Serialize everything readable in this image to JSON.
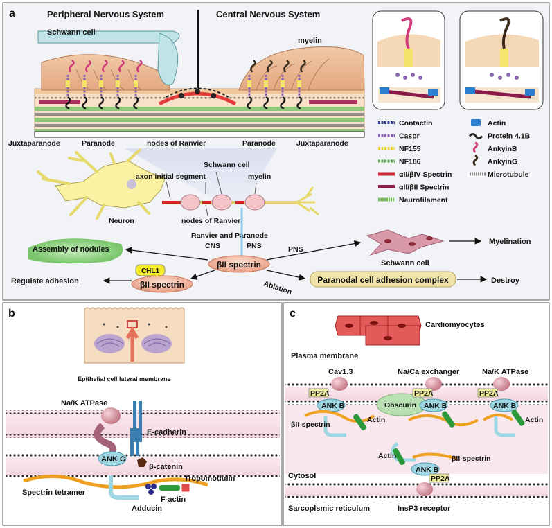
{
  "panel_a": {
    "letter": "a",
    "pns_title": "Peripheral Nervous System",
    "cns_title": "Central Nervous System",
    "schwann_cell": "Schwann cell",
    "myelin": "myelin",
    "juxtaparanode": "Juxtaparanode",
    "paranode": "Paranode",
    "nodes_of_ranvier": "nodes of Ranvier",
    "axon_initial_segment": "axon initial segment",
    "neuron": "Neuron",
    "ranvier_and_paranode": "Ranvier and Paranode",
    "cns": "CNS",
    "pns": "PNS",
    "bii_spectrin": "βII spectrin",
    "assembly_of_nodules": "Assembly of nodules",
    "chl1": "CHL1",
    "regulate_adhesion": "Regulate adhesion",
    "ablation": "Ablation",
    "paranodal_cell_adhesion_complex": "Paranodal cell adhesion complex",
    "destroy": "Destroy",
    "myelination": "Myelination",
    "legend": [
      {
        "label": "Contactin",
        "icon": "contactin-icon",
        "color": "#2f3f8f"
      },
      {
        "label": "Caspr",
        "icon": "caspr-icon",
        "color": "#8b5fb8"
      },
      {
        "label": "NF155",
        "icon": "nf155-icon",
        "color": "#e8d33a"
      },
      {
        "label": "NF186",
        "icon": "nf186-icon",
        "color": "#5aa84a"
      },
      {
        "label": "αII/βIV Spectrin",
        "icon": "spectrin-aii-biv-icon",
        "color": "#d02a3a"
      },
      {
        "label": "αII/βII Spectrin",
        "icon": "spectrin-aii-bii-icon",
        "color": "#8a1a4a"
      },
      {
        "label": "Neurofilament",
        "icon": "neurofilament-icon",
        "color": "#6fbf4f"
      },
      {
        "label": "Actin",
        "icon": "actin-icon",
        "color": "#2c7fd0"
      },
      {
        "label": "Protein 4.1B",
        "icon": "protein-41b-icon",
        "color": "#2a2a2a"
      },
      {
        "label": "AnkyinB",
        "icon": "ankyrinb-icon",
        "color": "#d03a7a"
      },
      {
        "label": "AnkyinG",
        "icon": "ankyring-icon",
        "color": "#3a2a1a"
      },
      {
        "label": "Microtubule",
        "icon": "microtubule-icon",
        "color": "#8a8a8a"
      }
    ]
  },
  "panel_b": {
    "letter": "b",
    "epithelial_cell_lateral_membrane": "Epithelial cell lateral membrane",
    "na_k_atpase": "Na/K ATPase",
    "e_cadherin": "E-cadherin",
    "ank_g": "ANK G",
    "beta_catenin": "β-catenin",
    "tropomodulin": "Tropomodulin",
    "spectrin_tetramer": "Spectrin tetramer",
    "f_actin": "F-actin",
    "adducin": "Adducin"
  },
  "panel_c": {
    "letter": "c",
    "cardiomyocytes": "Cardiomyocytes",
    "plasma_membrane": "Plasma membrane",
    "cav1_3": "Cav1.3",
    "na_ca_exchanger": "Na/Ca exchanger",
    "na_k_atpase": "Na/K ATPase",
    "pp2a": "PP2A",
    "ank_b": "ANK B",
    "obscurin": "Obscurin",
    "actin": "Actin",
    "bii_spectrin": "βII-spectrin",
    "cytosol": "Cytosol",
    "sarcoplsmic_reticulum": "Sarcoplsmic reticulum",
    "insp3_receptor": "InsP3 receptor"
  }
}
